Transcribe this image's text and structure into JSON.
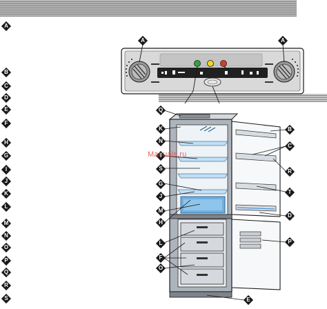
{
  "legend_letters": [
    "A",
    "B",
    "C",
    "D",
    "E",
    "F",
    "H",
    "G",
    "I",
    "J",
    "K",
    "L",
    "M",
    "N",
    "O",
    "P",
    "Q",
    "R",
    "S"
  ],
  "panel_labels": [
    "A",
    "A"
  ],
  "fridge_callouts": [
    "Q",
    "K",
    "N",
    "I",
    "S",
    "G",
    "J",
    "M",
    "H",
    "L",
    "F",
    "O",
    "B",
    "C",
    "R",
    "T",
    "D",
    "P",
    "E"
  ],
  "watermark": "Manuals.ru",
  "indicator_colors": {
    "green": "#29a83a",
    "yellow": "#f4d51e",
    "red": "#dc3a24",
    "drawer_blue": "#6fb0e0",
    "shelf_blue": "#bfe0f6"
  }
}
